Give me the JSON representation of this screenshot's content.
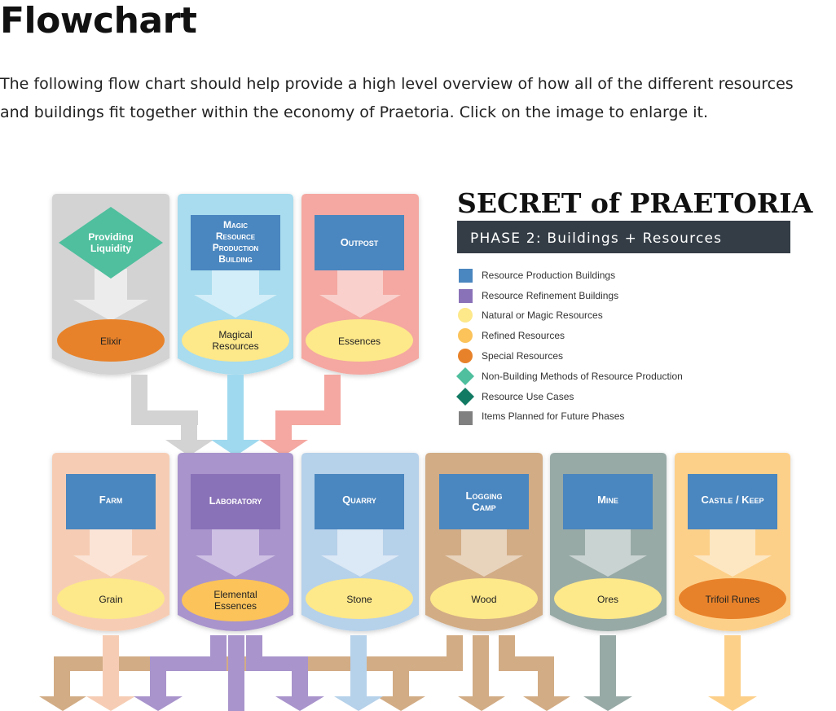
{
  "heading": "Flowchart",
  "intro": {
    "line1": "The following flow chart should help provide a high level overview of how all of the different resources",
    "line2": "and buildings fit together within the economy of Praetoria. Click on the image to enlarge it."
  },
  "diagram": {
    "title": "SECRET of PRAETORIA",
    "subtitle": "PHASE 2: Buildings + Resources",
    "legend": [
      {
        "label": "Resource Production Buildings",
        "color": "#4a86bf",
        "shape": "square"
      },
      {
        "label": "Resource Refinement Buildings",
        "color": "#8a72b8",
        "shape": "square"
      },
      {
        "label": "Natural or Magic Resources",
        "color": "#fde88a",
        "shape": "circle"
      },
      {
        "label": "Refined Resources",
        "color": "#fbc35a",
        "shape": "circle"
      },
      {
        "label": "Special Resources",
        "color": "#e8822a",
        "shape": "circle"
      },
      {
        "label": "Non-Building Methods of Resource Production",
        "color": "#4fbf9d",
        "shape": "diamond"
      },
      {
        "label": "Resource Use Cases",
        "color": "#127a63",
        "shape": "diamond"
      },
      {
        "label": "Items Planned for Future Phases",
        "color": "#808080",
        "shape": "square"
      }
    ],
    "top_row": [
      {
        "source_line1": "Providing",
        "source_line2": "Liquidity",
        "output_line1": "Elixir",
        "output_line2": ""
      },
      {
        "source_line1": "Magic",
        "source_line2": "Resource",
        "source_line3": "Production",
        "source_line4": "Building",
        "output_line1": "Magical",
        "output_line2": "Resources"
      },
      {
        "source_line1": "Outpost",
        "output_line1": "Essences",
        "output_line2": ""
      }
    ],
    "bottom_row": [
      {
        "building_line1": "Farm",
        "building_line2": "",
        "output_line1": "Grain",
        "output_line2": ""
      },
      {
        "building_line1": "Laboratory",
        "building_line2": "",
        "output_line1": "Elemental",
        "output_line2": "Essences"
      },
      {
        "building_line1": "Quarry",
        "building_line2": "",
        "output_line1": "Stone",
        "output_line2": ""
      },
      {
        "building_line1": "Logging",
        "building_line2": "Camp",
        "output_line1": "Wood",
        "output_line2": ""
      },
      {
        "building_line1": "Mine",
        "building_line2": "",
        "output_line1": "Ores",
        "output_line2": ""
      },
      {
        "building_line1": "Castle / Keep",
        "building_line2": "",
        "output_line1": "Trifoil Runes",
        "output_line2": ""
      }
    ]
  }
}
